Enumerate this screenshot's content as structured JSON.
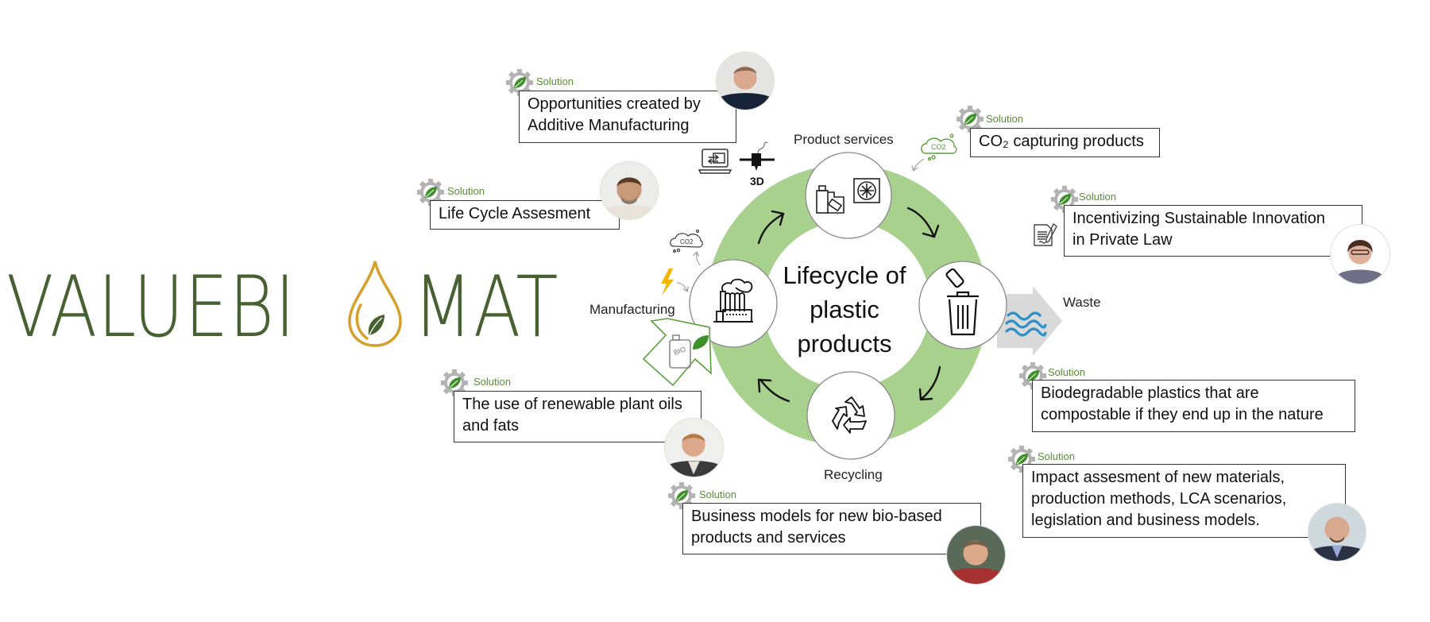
{
  "logo": {
    "left_text": "VALUEBI",
    "right_text": "MAT",
    "primary_color": "#476132",
    "accent_color": "#d4a02a"
  },
  "diagram": {
    "center_title": [
      "Lifecycle of",
      "plastic",
      "products"
    ],
    "ring_color": "#a9d18e",
    "stages": [
      {
        "id": "product-services",
        "label": "Product services",
        "icon": "products-icon"
      },
      {
        "id": "waste",
        "label": "Waste",
        "icon": "trash-bin-icon"
      },
      {
        "id": "recycling",
        "label": "Recycling",
        "icon": "recycle-icon"
      },
      {
        "id": "manufacturing",
        "label": "Manufacturing",
        "icon": "factory-icon"
      }
    ],
    "co2_label": "CO2",
    "bio_label": "BIO",
    "printer_label": "3D"
  },
  "solutions": [
    {
      "tag": "Solution",
      "text": "Opportunities created by\nAdditive Manufacturing",
      "photo": "person-photo"
    },
    {
      "tag": "Solution",
      "text": "Life Cycle Assesment",
      "photo": "person-photo"
    },
    {
      "tag": "Solution",
      "text": "The use of renewable plant oils\nand fats",
      "photo": "person-photo"
    },
    {
      "tag": "Solution",
      "text": "Business models for new bio-based\nproducts and services",
      "photo": "person-photo"
    },
    {
      "tag": "Solution",
      "text": "CO₂ capturing products"
    },
    {
      "tag": "Solution",
      "text": "Incentivizing Sustainable Innovation\nin Private Law",
      "photo": "person-photo"
    },
    {
      "tag": "Solution",
      "text": "Biodegradable plastics that are\ncompostable if they end up in the nature"
    },
    {
      "tag": "Solution",
      "text": "Impact assesment of new materials,\nproduction methods, LCA scenarios,\nlegislation and business models.",
      "photo": "person-photo"
    }
  ]
}
